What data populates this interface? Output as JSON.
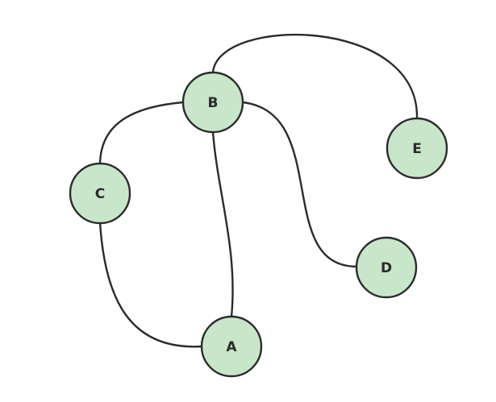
{
  "diagram": {
    "node_fill": "#c8e6c9",
    "stroke_color": "#2b2b2b",
    "nodes": [
      {
        "id": "A",
        "label": "A"
      },
      {
        "id": "B",
        "label": "B"
      },
      {
        "id": "C",
        "label": "C"
      },
      {
        "id": "D",
        "label": "D"
      },
      {
        "id": "E",
        "label": "E"
      }
    ],
    "edges": [
      {
        "from": "B",
        "to": "E"
      },
      {
        "from": "B",
        "to": "C"
      },
      {
        "from": "B",
        "to": "A"
      },
      {
        "from": "B",
        "to": "D"
      },
      {
        "from": "C",
        "to": "A"
      }
    ]
  }
}
